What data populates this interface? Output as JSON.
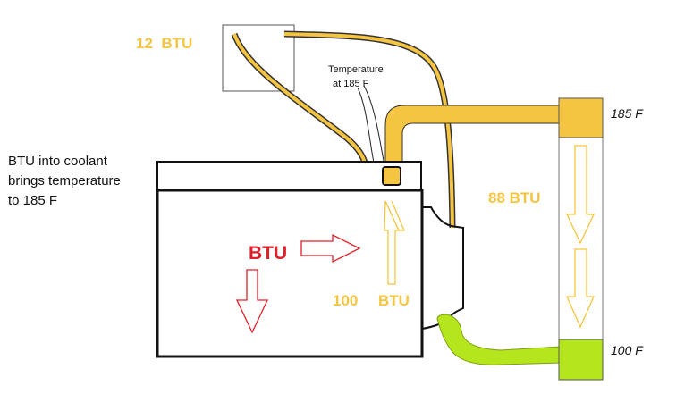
{
  "labels": {
    "heater_btu": "12  BTU",
    "temp_line1": "Temperature",
    "temp_line2": "at 185 F",
    "coolant_line1": "BTU into coolant",
    "coolant_line2": "brings temperature",
    "coolant_line3": "to 185 F",
    "engine_btu": "BTU",
    "radiator_btu": "88 BTU",
    "block_btu_num": "100",
    "block_btu_unit": "BTU",
    "radiator_top_temp": "185 F",
    "radiator_bottom_temp": "100 F"
  },
  "colors": {
    "hot_coolant": "#f5c542",
    "cool_coolant": "#b5e61d",
    "heat_arrow": "#e0202a",
    "outline": "#111111"
  }
}
